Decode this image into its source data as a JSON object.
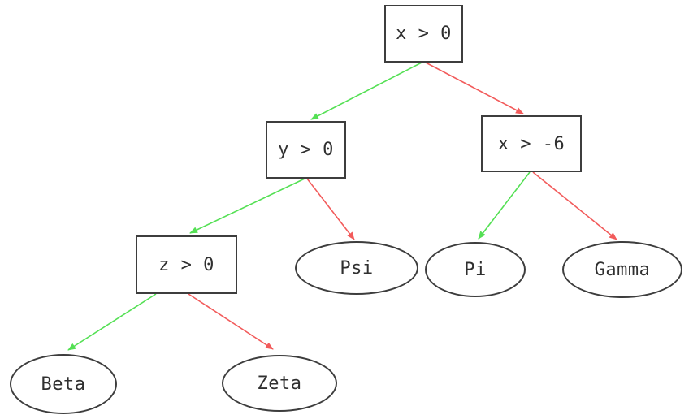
{
  "diagram": {
    "type": "decision-tree",
    "background_color": "#ffffff",
    "node_border_color": "#3d3d3d",
    "text_color": "#303030",
    "edge_colors": {
      "green": "#54e054",
      "red": "#f25b5b"
    },
    "nodes": [
      {
        "label": "x > 0",
        "shape": "box",
        "role": "decision"
      },
      {
        "label": "y > 0",
        "shape": "box",
        "role": "decision"
      },
      {
        "label": "x > -6",
        "shape": "box",
        "role": "decision"
      },
      {
        "label": "z > 0",
        "shape": "box",
        "role": "decision"
      },
      {
        "label": "Psi",
        "shape": "ellipse",
        "role": "leaf"
      },
      {
        "label": "Pi",
        "shape": "ellipse",
        "role": "leaf"
      },
      {
        "label": "Gamma",
        "shape": "ellipse",
        "role": "leaf"
      },
      {
        "label": "Beta",
        "shape": "ellipse",
        "role": "leaf"
      },
      {
        "label": "Zeta",
        "shape": "ellipse",
        "role": "leaf"
      }
    ],
    "edges": [
      {
        "from": "x > 0",
        "to": "y > 0",
        "color": "green"
      },
      {
        "from": "x > 0",
        "to": "x > -6",
        "color": "red"
      },
      {
        "from": "y > 0",
        "to": "z > 0",
        "color": "green"
      },
      {
        "from": "y > 0",
        "to": "Psi",
        "color": "red"
      },
      {
        "from": "x > -6",
        "to": "Pi",
        "color": "green"
      },
      {
        "from": "x > -6",
        "to": "Gamma",
        "color": "red"
      },
      {
        "from": "z > 0",
        "to": "Beta",
        "color": "green"
      },
      {
        "from": "z > 0",
        "to": "Zeta",
        "color": "red"
      }
    ]
  }
}
